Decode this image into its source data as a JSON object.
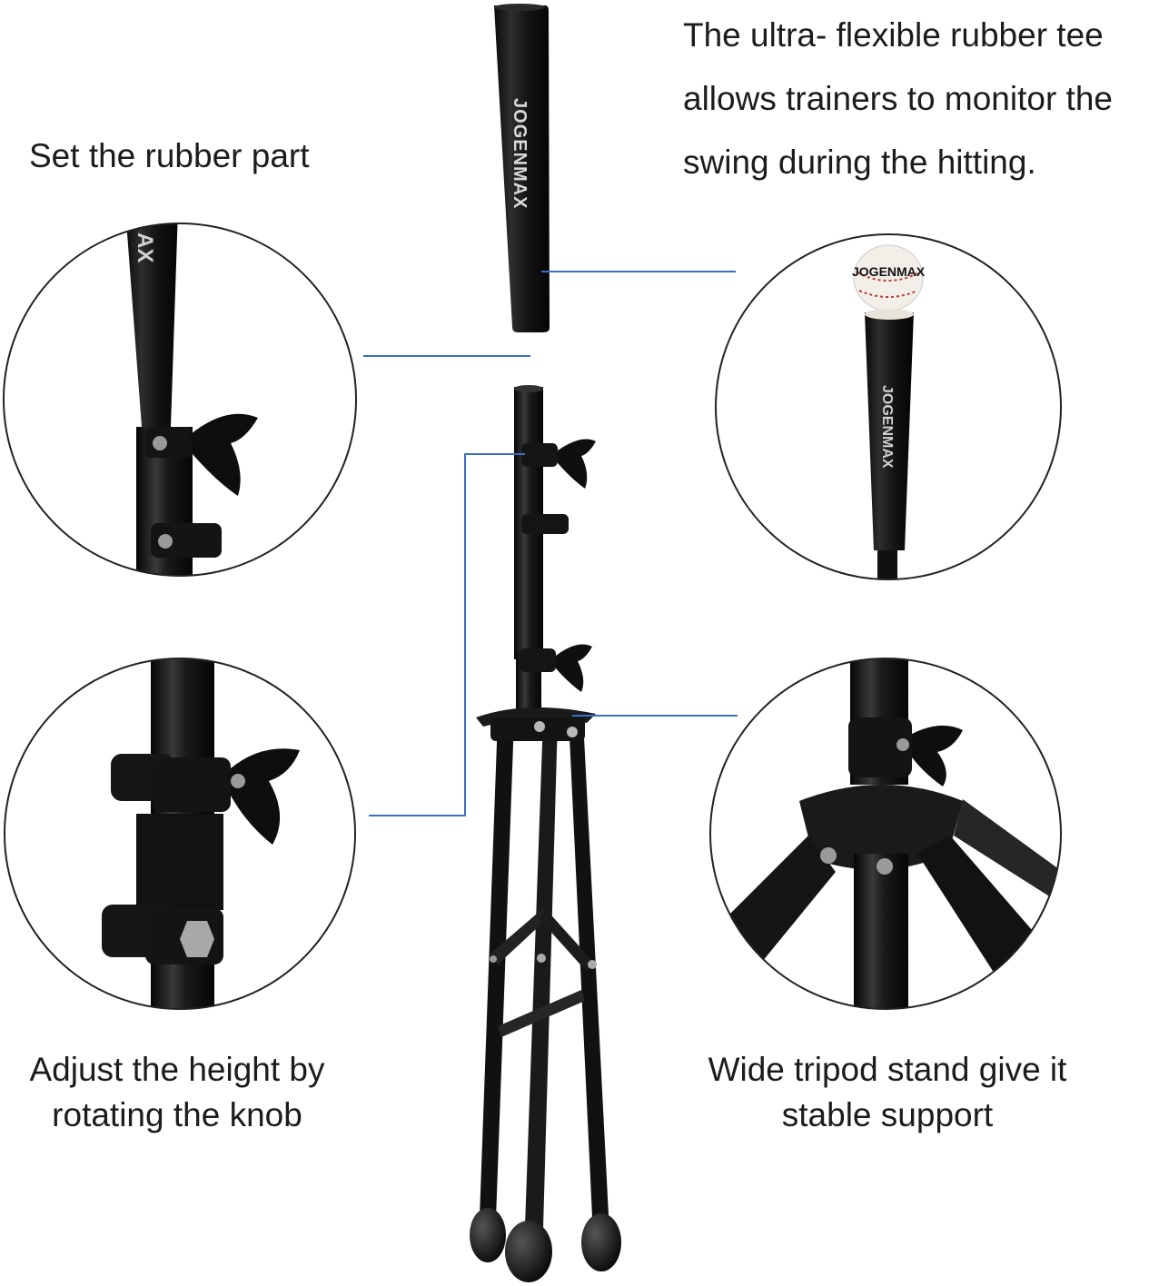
{
  "captions": {
    "top_left": [
      "Set the rubber part"
    ],
    "top_right": [
      "The ultra- flexible rubber tee",
      "allows trainers to monitor the",
      "swing during the hitting."
    ],
    "bottom_left": [
      "Adjust the height by",
      "rotating the knob"
    ],
    "bottom_right": [
      "Wide tripod stand give it",
      "stable support"
    ]
  },
  "brand": {
    "logo_text": "JOGENMAX",
    "logo_fragment": "AX"
  },
  "colors": {
    "background": "#ffffff",
    "connector_line": "#3a6fc4",
    "metal_black": "#121212",
    "circle_outline": "#222222"
  }
}
